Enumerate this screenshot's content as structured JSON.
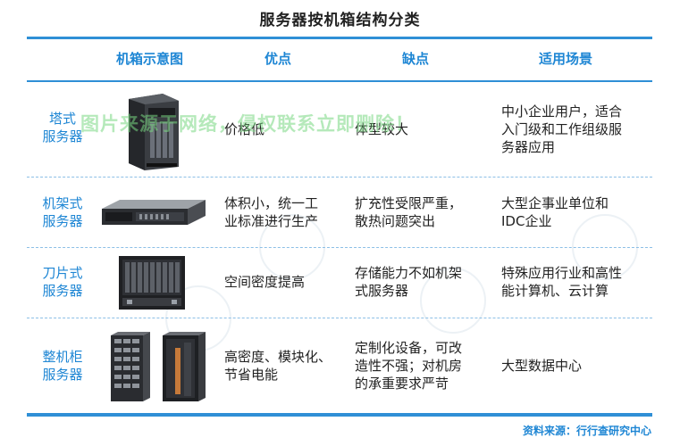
{
  "title": "服务器按机箱结构分类",
  "headers": [
    "机箱示意图",
    "优点",
    "缺点",
    "适用场景"
  ],
  "rows": [
    {
      "name": [
        "塔式",
        "服务器"
      ],
      "image": "tower-server-icon",
      "pros": [
        "价格低"
      ],
      "cons": [
        "体型较大"
      ],
      "scenario": [
        "中小企业用户，适合",
        "入门级和工作组级服",
        "务器应用"
      ]
    },
    {
      "name": [
        "机架式",
        "服务器"
      ],
      "image": "rack-server-icon",
      "pros": [
        "体积小，统一工",
        "业标准进行生产"
      ],
      "cons": [
        "扩充性受限严重，",
        "散热问题突出"
      ],
      "scenario": [
        "大型企事业单位和",
        "IDC企业"
      ]
    },
    {
      "name": [
        "刀片式",
        "服务器"
      ],
      "image": "blade-server-icon",
      "pros": [
        "空间密度提高"
      ],
      "cons": [
        "存储能力不如机架",
        "式服务器"
      ],
      "scenario": [
        "特殊应用行业和高性",
        "能计算机、云计算"
      ]
    },
    {
      "name": [
        "整机柜",
        "服务器"
      ],
      "image": "cabinet-server-icon",
      "pros": [
        "高密度、模块化、",
        "节省电能"
      ],
      "cons": [
        "定制化设备，可改",
        "造性不强；对机房",
        "的承重要求严苛"
      ],
      "scenario": [
        "大型数据中心"
      ]
    }
  ],
  "watermark": "图片来源于网络，侵权联系立即删除！",
  "source": "资料来源：行行查研究中心",
  "colors": {
    "accent": "#2f8fd6",
    "label": "#1e86d4",
    "watermark": "#78d782"
  }
}
